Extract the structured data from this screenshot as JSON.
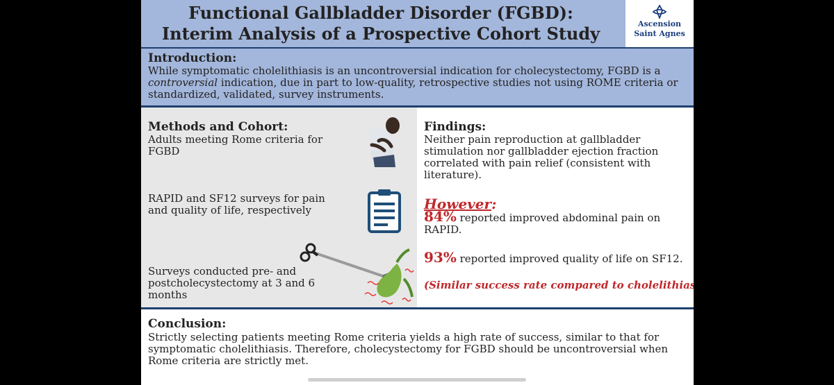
{
  "title_lines": [
    "Functional Gallbladder Disorder (FGBD):",
    "Interim Analysis of a Prospective Cohort Study"
  ],
  "logo": {
    "line1": "Ascension",
    "line2": "Saint Agnes"
  },
  "intro": {
    "heading": "Introduction:",
    "text_before": "While symptomatic cholelithiasis is an uncontroversial indication for cholecystectomy, FGBD is a ",
    "text_em": "controversial",
    "text_after": " indication, due in part to low-quality, retrospective studies not using ROME criteria or standardized, validated, survey instruments."
  },
  "methods": {
    "heading": "Methods and Cohort:",
    "item1": "Adults meeting Rome criteria for FGBD",
    "item2": "RAPID and SF12 surveys for pain and quality of life, respectively",
    "item3": "Surveys conducted pre- and postcholecystectomy at 3 and 6 months"
  },
  "findings": {
    "heading": "Findings:",
    "text": "Neither pain reproduction at gallbladder stimulation nor gallbladder ejection fraction correlated with pain relief (consistent with literature).",
    "however": "However",
    "however_colon": ":",
    "pct1": "84%",
    "pct1_text": " reported improved abdominal pain on RAPID.",
    "pct2": "93%",
    "pct2_text": " reported improved quality of life on SF12.",
    "note": "(Similar success rate compared to cholelithiasis!)"
  },
  "conclusion": {
    "heading": "Conclusion:",
    "text": "Strictly selecting patients meeting Rome criteria yields a high rate of success, similar to that for symptomatic cholelithiasis. Therefore, cholecystectomy for FGBD should be uncontroversial when Rome criteria are strictly met."
  },
  "colors": {
    "header_bg": "#a3b6db",
    "navy": "#1d3f6e",
    "accent_red": "#c0282b",
    "methods_bg": "#e7e7e7"
  }
}
